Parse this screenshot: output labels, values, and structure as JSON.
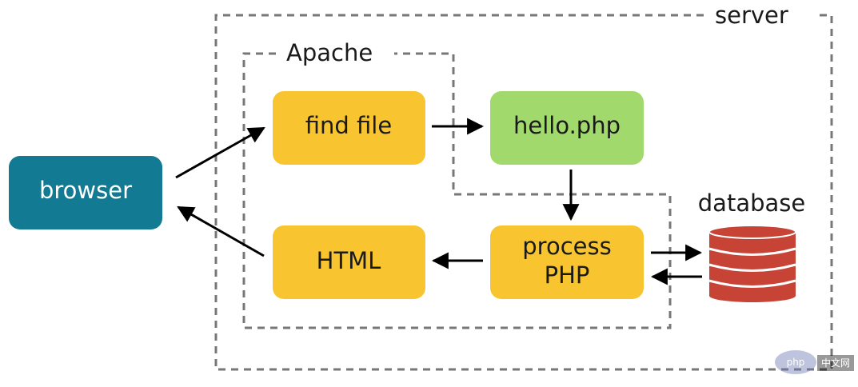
{
  "regions": {
    "server_label": "server",
    "apache_label": "Apache",
    "database_label": "database"
  },
  "nodes": {
    "browser": "browser",
    "find_file": "find file",
    "hello_php": "hello.php",
    "html": "HTML",
    "process_php_line1": "process",
    "process_php_line2": "PHP"
  },
  "watermark": {
    "brand": "php",
    "site": "中文网"
  },
  "colors": {
    "browser": "#127a93",
    "yellow": "#f8c531",
    "green": "#a1d96c",
    "database": "#c74335",
    "dash": "#777777",
    "arrow": "#000000"
  }
}
